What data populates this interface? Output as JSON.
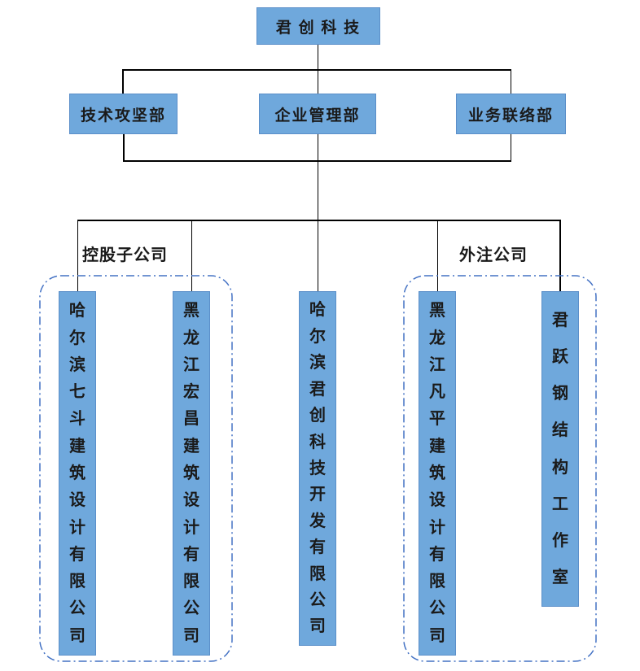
{
  "chart": {
    "title": "organization-chart",
    "root": {
      "label": "君 创 科 技"
    },
    "departments": [
      {
        "label": "技术攻坚部"
      },
      {
        "label": "企业管理部"
      },
      {
        "label": "业务联络部"
      }
    ],
    "group_labels": [
      {
        "label": "控股子公司"
      },
      {
        "label": "外注公司"
      }
    ],
    "companies": [
      {
        "name": "哈尔滨七斗建筑设计有限公司",
        "group": "控股子公司"
      },
      {
        "name": "黑龙江宏昌建筑设计有限公司",
        "group": "控股子公司"
      },
      {
        "name": "哈尔滨君创科技开发有限公司",
        "group": ""
      },
      {
        "name": "黑龙江凡平建筑设计有限公司",
        "group": "外注公司"
      },
      {
        "name": "君跃钢结构工作室",
        "group": "外注公司"
      }
    ],
    "colors": {
      "box_fill": "#6FA8DC",
      "box_border": "#5B8FC9",
      "connector": "#000000",
      "group_outline": "#4472C4",
      "text": "#1a1a1a",
      "background": "#ffffff"
    }
  }
}
